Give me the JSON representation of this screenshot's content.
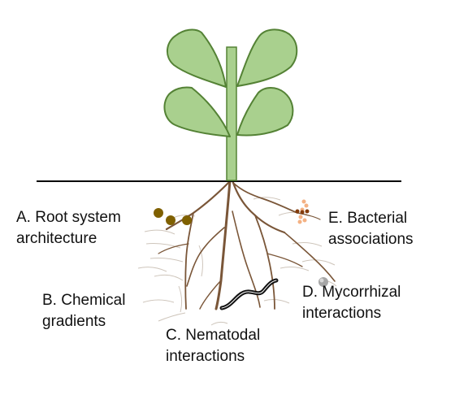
{
  "labels": {
    "a": {
      "line1": "A. Root system",
      "line2": "architecture"
    },
    "b": {
      "line1": "B. Chemical",
      "line2": "gradients"
    },
    "c": {
      "line1": "C. Nematodal",
      "line2": "interactions"
    },
    "d": {
      "line1": "D. Mycorrhizal",
      "line2": "interactions"
    },
    "e": {
      "line1": "E. Bacterial",
      "line2": "associations"
    }
  },
  "colors": {
    "leaf_fill": "#a9d08e",
    "leaf_stroke": "#548235",
    "root": "#7a5638",
    "root_fine": "#bfb3a6",
    "ground_line": "#000000",
    "chemical_dots": "#7f6000",
    "nematode": "#111111",
    "bacteria_light": "#f4b183",
    "bacteria_dark": "#843c0c",
    "mycorrhiza": "#a6a6a6"
  }
}
